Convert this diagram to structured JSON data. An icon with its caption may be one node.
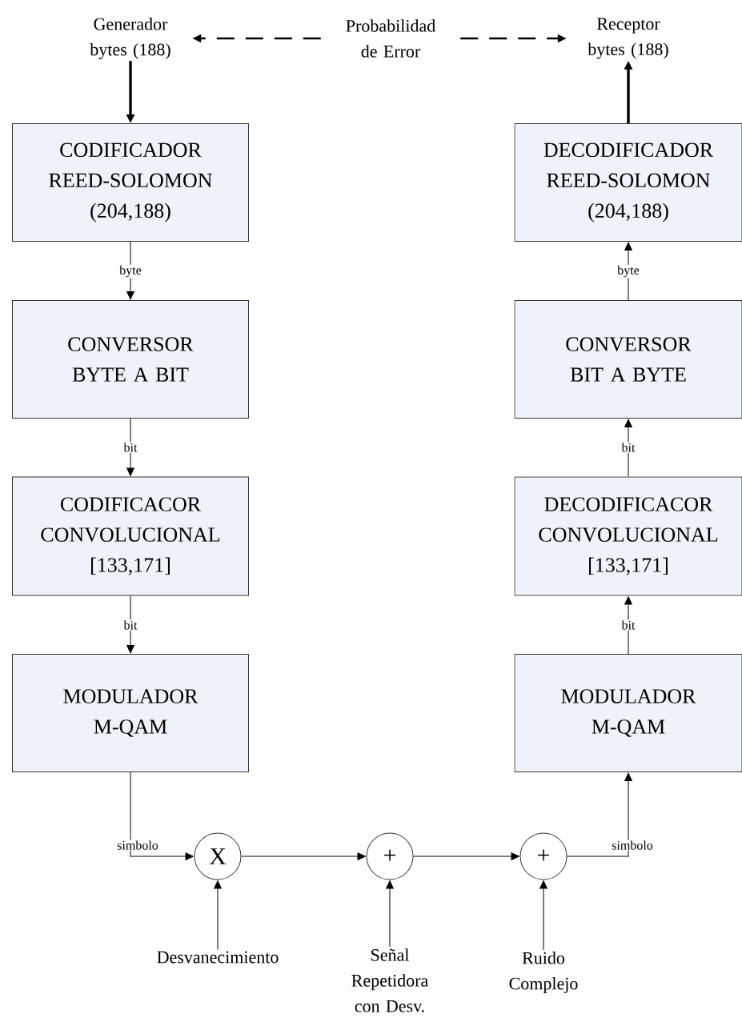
{
  "diagram": {
    "nodes": [
      {
        "text": [
          "Generador bytes (188)"
        ]
      },
      {
        "text": [
          "Probabilidad de Error"
        ]
      },
      {
        "text": [
          "Receptor bytes (188)"
        ]
      },
      {
        "text": [
          "CODIFICADOR REED-SOLOMON (204,188)"
        ]
      },
      {
        "text": [
          "CONVERSOR BYTE A BIT"
        ]
      },
      {
        "text": [
          "CODIFICACOR CONVOLUCIONAL [133,171]"
        ]
      },
      {
        "text": [
          "MODULADOR M-QAM"
        ]
      },
      {
        "text": [
          "DECODIFICADOR REED-SOLOMON (204,188)"
        ]
      },
      {
        "text": [
          "CONVERSOR BIT A BYTE"
        ]
      },
      {
        "text": [
          "DECODIFICACOR CONVOLUCIONAL [133,171]"
        ]
      },
      {
        "text": [
          "MODULADOR M-QAM"
        ]
      },
      {
        "text": [
          "X"
        ]
      },
      {
        "text": [
          "+"
        ]
      },
      {
        "text": [
          "+"
        ]
      },
      {
        "text": [
          "Desvanecimiento"
        ]
      },
      {
        "text": [
          "Señal Repetidora con Desv."
        ]
      },
      {
        "text": [
          "Ruido Complejo"
        ]
      }
    ],
    "edges": [
      {
        "from": 0,
        "to": 3,
        "arrow": "to",
        "style": "thick"
      },
      {
        "from": 1,
        "to": 0,
        "arrow": "to",
        "style": "dashed"
      },
      {
        "from": 1,
        "to": 2,
        "arrow": "to",
        "style": "dashed"
      },
      {
        "from": 7,
        "to": 2,
        "arrow": "to",
        "style": "thick"
      },
      {
        "from": 3,
        "to": 4,
        "arrow": "to",
        "label": "byte"
      },
      {
        "from": 4,
        "to": 5,
        "arrow": "to",
        "label": "bit"
      },
      {
        "from": 5,
        "to": 6,
        "arrow": "to",
        "label": "bit"
      },
      {
        "from": 8,
        "to": 7,
        "arrow": "to",
        "label": "byte"
      },
      {
        "from": 9,
        "to": 8,
        "arrow": "to",
        "label": "bit"
      },
      {
        "from": 10,
        "to": 9,
        "arrow": "to",
        "label": "bit"
      },
      {
        "from": 6,
        "to": 11,
        "arrow": "to",
        "label": "simbolo"
      },
      {
        "from": 11,
        "to": 12,
        "arrow": "to"
      },
      {
        "from": 12,
        "to": 13,
        "arrow": "to"
      },
      {
        "from": 13,
        "to": 10,
        "arrow": "to",
        "label": "simbolo"
      },
      {
        "from": 14,
        "to": 11,
        "arrow": "to"
      },
      {
        "from": 15,
        "to": 12,
        "arrow": "to"
      },
      {
        "from": 16,
        "to": 13,
        "arrow": "to"
      }
    ]
  }
}
